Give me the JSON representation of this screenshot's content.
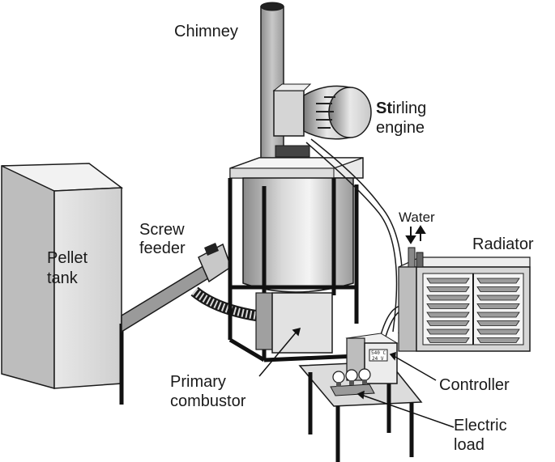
{
  "labels": {
    "chimney": "Chimney",
    "stirling_line1_bold": "St",
    "stirling_line1_rest": "irling",
    "stirling_line2": "engine",
    "water": "Water",
    "radiator": "Radiator",
    "screw_line1": "Screw",
    "screw_line2": "feeder",
    "pellet_line1": "Pellet",
    "pellet_line2": "tank",
    "primary_line1": "Primary",
    "primary_line2": "combustor",
    "controller": "Controller",
    "electric_line1": "Electric",
    "electric_line2": "load"
  },
  "controller_display": {
    "line1": "540 C",
    "line2": "24 V"
  },
  "colors": {
    "stroke": "#1a1a1a",
    "frame": "#111111",
    "panel_light": "#e6e6e6",
    "panel_mid": "#bdbdbd"
  }
}
